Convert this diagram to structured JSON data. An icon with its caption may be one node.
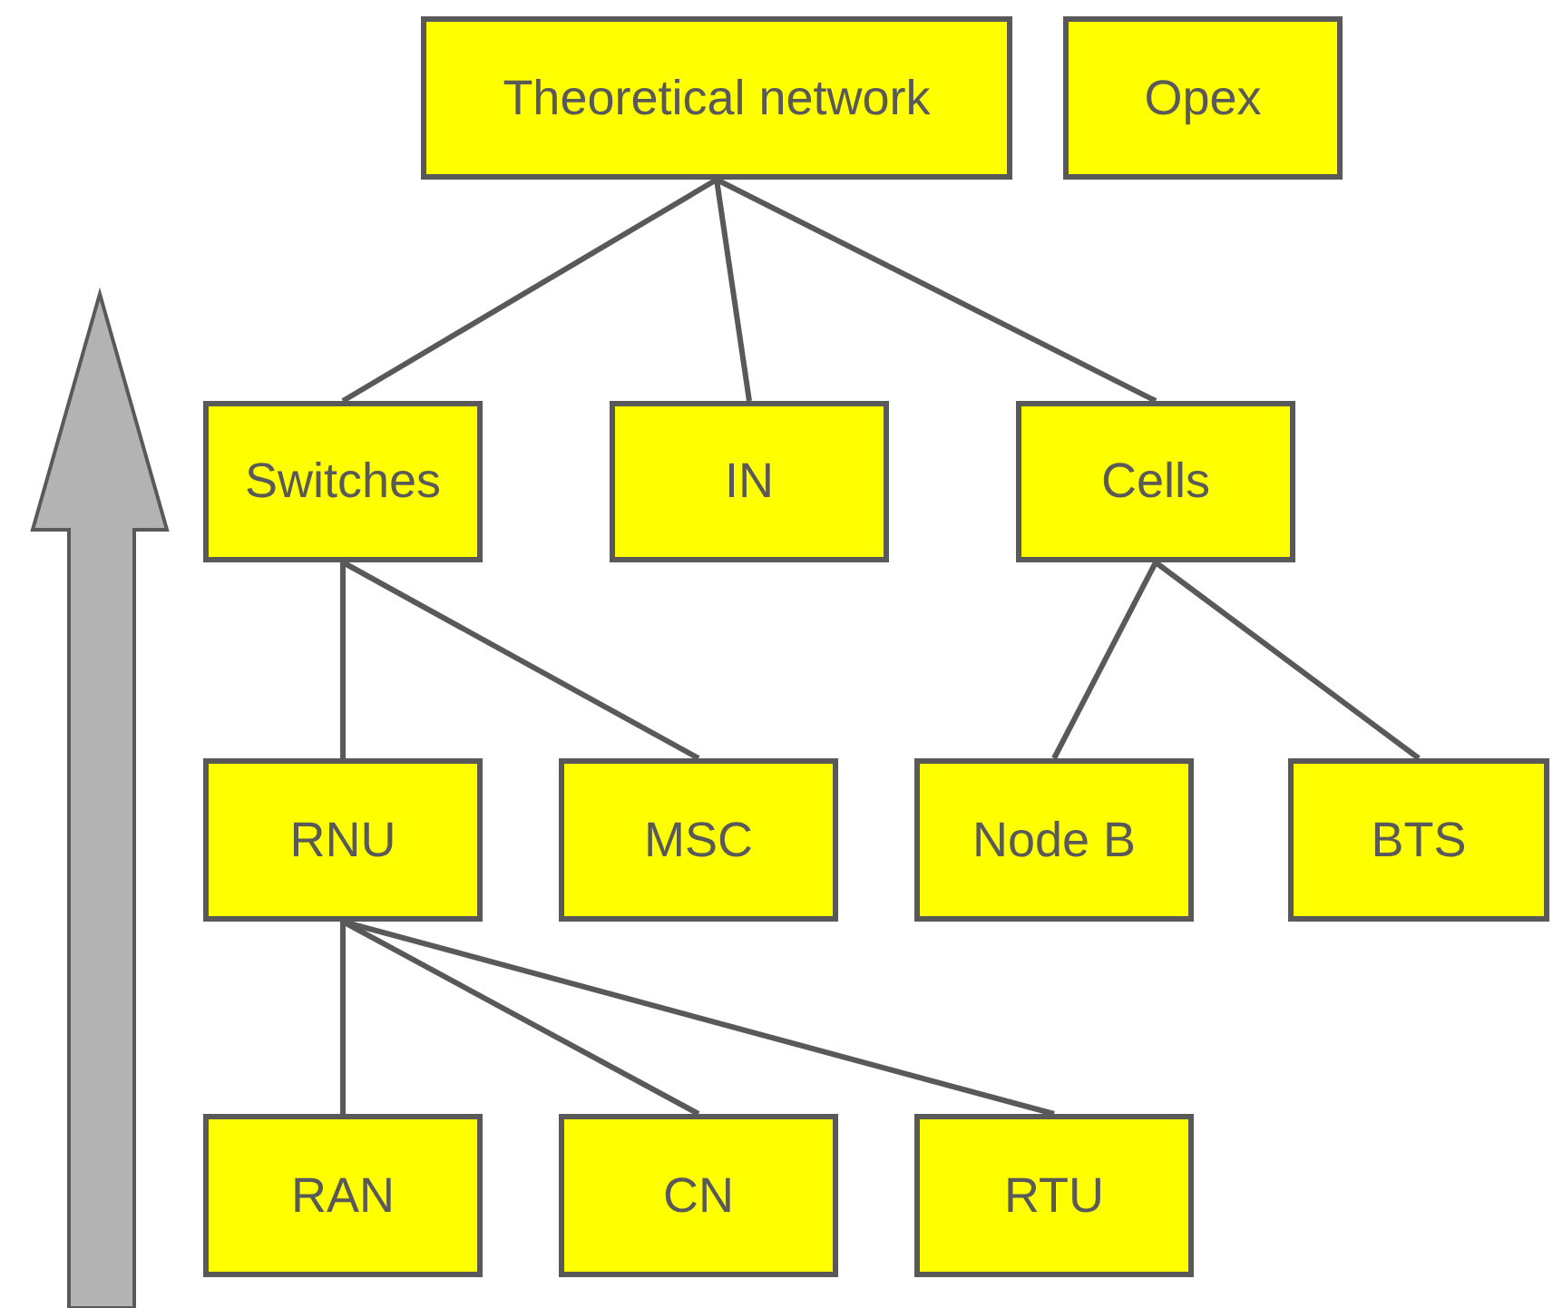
{
  "diagram": {
    "nodes": [
      {
        "text": [
          "Theoretical network"
        ]
      },
      {
        "text": [
          "Opex"
        ]
      },
      {
        "text": [
          "Switches"
        ]
      },
      {
        "text": [
          "IN"
        ]
      },
      {
        "text": [
          "Cells"
        ]
      },
      {
        "text": [
          "RNU"
        ]
      },
      {
        "text": [
          "MSC"
        ]
      },
      {
        "text": [
          "Node B"
        ]
      },
      {
        "text": [
          "BTS"
        ]
      },
      {
        "text": [
          "RAN"
        ]
      },
      {
        "text": [
          "CN"
        ]
      },
      {
        "text": [
          "RTU"
        ]
      }
    ],
    "edges": [
      {
        "from": 0,
        "to": 2,
        "arrow": "none"
      },
      {
        "from": 0,
        "to": 3,
        "arrow": "none"
      },
      {
        "from": 0,
        "to": 4,
        "arrow": "none"
      },
      {
        "from": 2,
        "to": 5,
        "arrow": "none"
      },
      {
        "from": 2,
        "to": 6,
        "arrow": "none"
      },
      {
        "from": 4,
        "to": 7,
        "arrow": "none"
      },
      {
        "from": 4,
        "to": 8,
        "arrow": "none"
      },
      {
        "from": 5,
        "to": 9,
        "arrow": "none"
      },
      {
        "from": 5,
        "to": 10,
        "arrow": "none"
      },
      {
        "from": 5,
        "to": 11,
        "arrow": "none"
      }
    ]
  }
}
